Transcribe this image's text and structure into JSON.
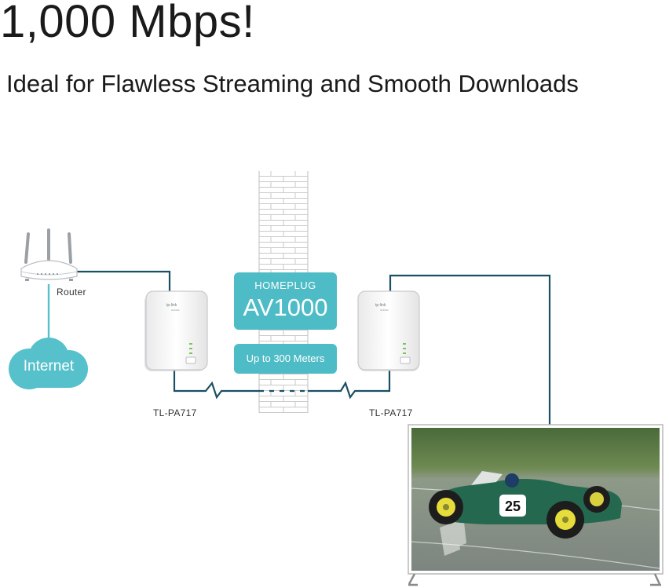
{
  "headline": "1,000 Mbps!",
  "subheadline": "Ideal for Flawless Streaming and Smooth Downloads",
  "router": {
    "label": "Router"
  },
  "internet": {
    "label": "Internet"
  },
  "adapter_left": {
    "model": "TL-PA717"
  },
  "adapter_right": {
    "model": "TL-PA717"
  },
  "badge": {
    "line1": "HOMEPLUG",
    "line2": "AV1000"
  },
  "range": {
    "label": "Up to 300 Meters"
  },
  "colors": {
    "accent": "#4ebcc6",
    "cable": "#1b4f63",
    "wall": "#c9c9c9"
  },
  "tv": {
    "car_number": "25"
  }
}
